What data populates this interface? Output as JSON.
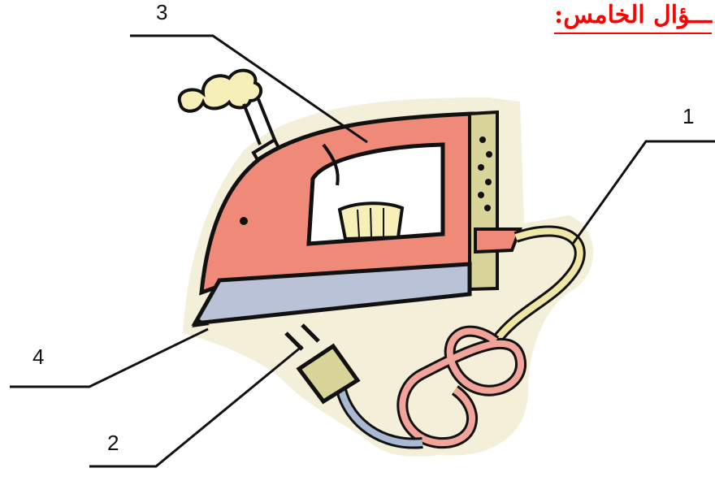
{
  "title": "ـــؤال الخامس:",
  "labels": {
    "one": "1",
    "two": "2",
    "three": "3",
    "four": "4"
  },
  "colors": {
    "iron_body": "#f08a78",
    "sole_plate": "#b9c2d6",
    "handle_panel": "#d8d49a",
    "cord_pink": "#f2a39a",
    "cord_yellow": "#efe7a6",
    "cord_blue": "#a9b9d3",
    "outline": "#111111",
    "title": "#ff0000"
  }
}
